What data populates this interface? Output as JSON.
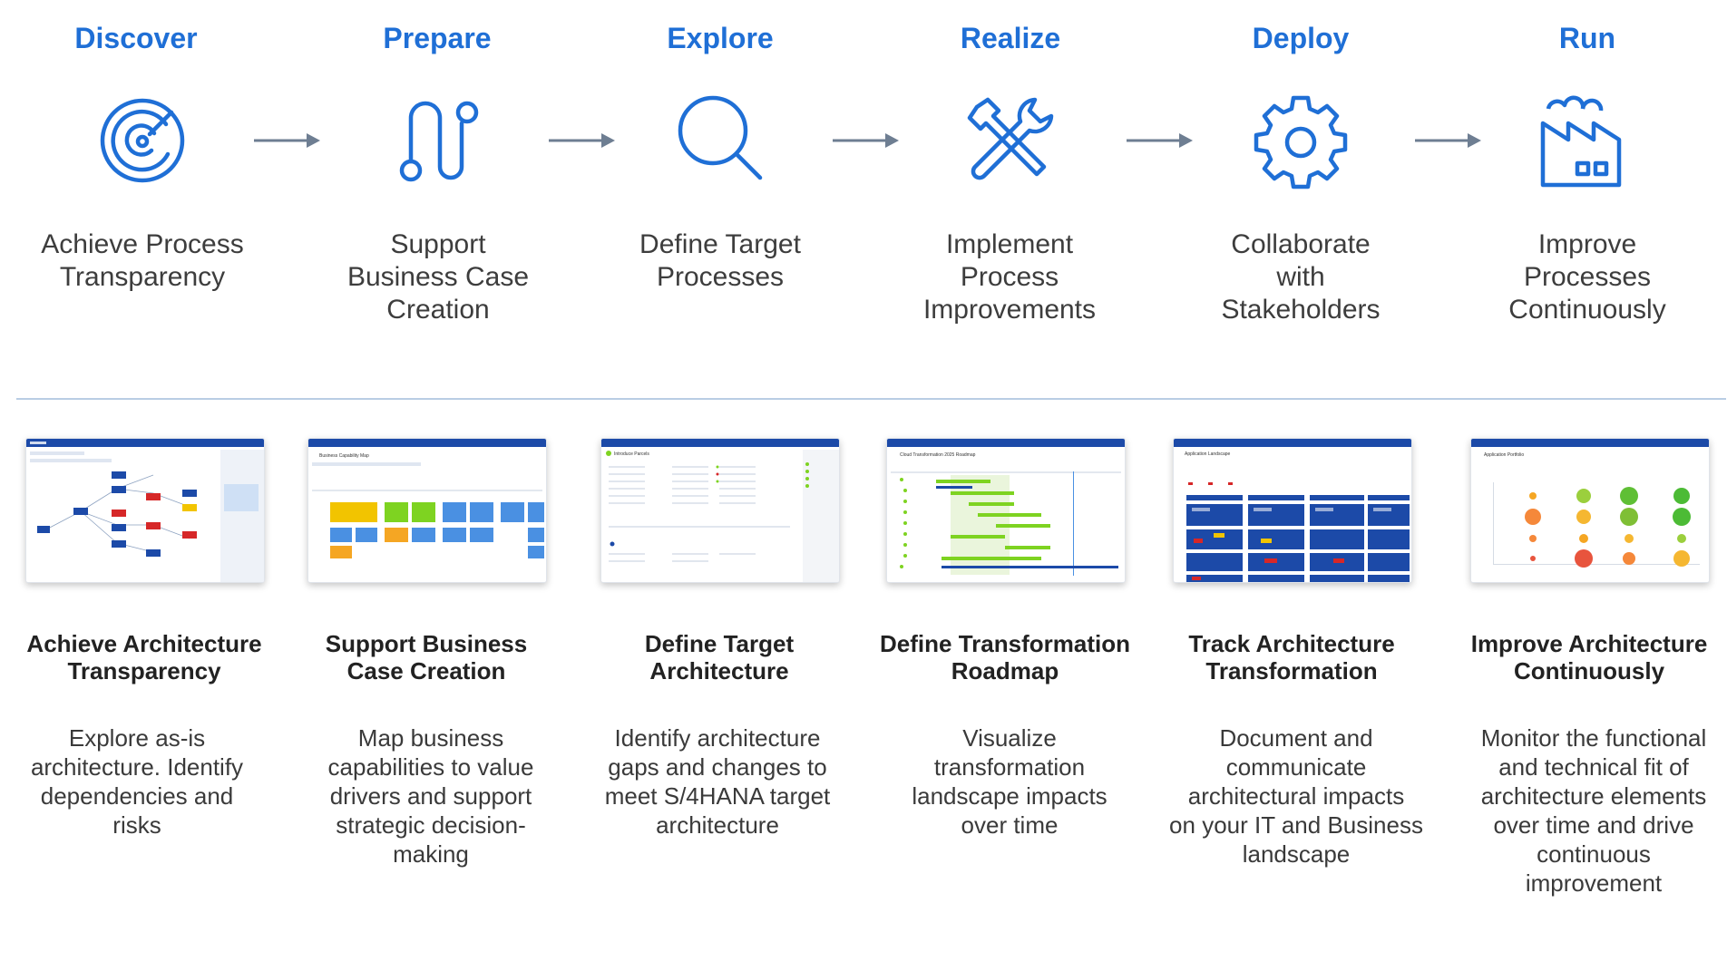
{
  "colors": {
    "accent": "#1f6fd6",
    "divider": "#b9cde4",
    "arrow": "#6e7e92"
  },
  "phases": [
    {
      "title": "Discover",
      "icon": "target-icon",
      "description": "Achieve Process\nTransparency"
    },
    {
      "title": "Prepare",
      "icon": "path-icon",
      "description": "Support\nBusiness Case\nCreation"
    },
    {
      "title": "Explore",
      "icon": "search-icon",
      "description": "Define Target\nProcesses"
    },
    {
      "title": "Realize",
      "icon": "tools-icon",
      "description": "Implement\nProcess\nImprovements"
    },
    {
      "title": "Deploy",
      "icon": "gear-icon",
      "description": "Collaborate\nwith\nStakeholders"
    },
    {
      "title": "Run",
      "icon": "factory-icon",
      "description": "Improve\nProcesses\nContinuously"
    }
  ],
  "cards": [
    {
      "title": "Achieve Architecture\nTransparency",
      "description": "Explore as-is\narchitecture. Identify\ndependencies and\nrisks",
      "screenshot_title": ""
    },
    {
      "title": "Support Business\nCase Creation",
      "description": "Map business\ncapabilities to value\ndrivers and support\nstrategic decision-\nmaking",
      "screenshot_title": "Business Capability Map"
    },
    {
      "title": "Define Target\nArchitecture",
      "description": "Identify architecture\ngaps and changes to\nmeet S/4HANA target\narchitecture",
      "screenshot_title": "Introduce Parcels"
    },
    {
      "title": "Define Transformation\nRoadmap",
      "description": "Visualize\ntransformation\nlandscape impacts\nover time",
      "screenshot_title": "Cloud Transformation 2025 Roadmap"
    },
    {
      "title": "Track Architecture\nTransformation",
      "description": "Document and\ncommunicate\narchitectural impacts\non your IT and Business\nlandscape",
      "screenshot_title": "Application Landscape"
    },
    {
      "title": "Improve Architecture\nContinuously",
      "description": "Monitor the functional\nand technical fit of\narchitecture elements\nover time and drive\ncontinuous\nimprovement",
      "screenshot_title": "Application Portfolio"
    }
  ]
}
